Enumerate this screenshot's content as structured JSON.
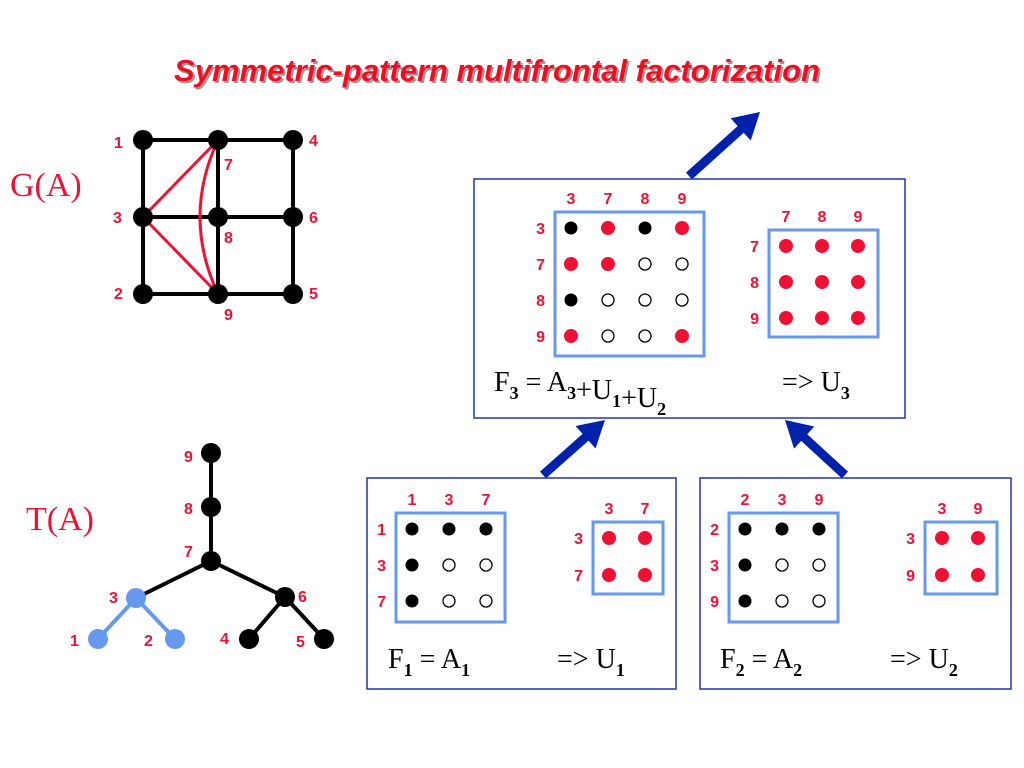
{
  "title": "Symmetric-pattern multifrontal factorization",
  "colors": {
    "title": "#ee1122",
    "label": "#ee1133",
    "node_black": "#000000",
    "node_red": "#ee1133",
    "node_blue": "#6699ee",
    "box_border": "#2233aa",
    "matrix_border": "#6699ee",
    "arrow": "#0022aa"
  },
  "graph": {
    "label": "G(A)",
    "nodes": [
      {
        "id": "1",
        "label": "1"
      },
      {
        "id": "7",
        "label": "7"
      },
      {
        "id": "4",
        "label": "4"
      },
      {
        "id": "3",
        "label": "3"
      },
      {
        "id": "8",
        "label": "8"
      },
      {
        "id": "6",
        "label": "6"
      },
      {
        "id": "2",
        "label": "2"
      },
      {
        "id": "9",
        "label": "9"
      },
      {
        "id": "5",
        "label": "5"
      }
    ],
    "edges": [
      [
        "1",
        "7"
      ],
      [
        "7",
        "4"
      ],
      [
        "3",
        "8"
      ],
      [
        "8",
        "6"
      ],
      [
        "2",
        "9"
      ],
      [
        "9",
        "5"
      ],
      [
        "1",
        "3"
      ],
      [
        "3",
        "2"
      ],
      [
        "7",
        "8"
      ],
      [
        "8",
        "9"
      ],
      [
        "4",
        "6"
      ],
      [
        "6",
        "5"
      ]
    ],
    "fill_edges": [
      [
        "3",
        "7"
      ],
      [
        "3",
        "9"
      ],
      [
        "7",
        "9"
      ]
    ]
  },
  "tree": {
    "label": "T(A)",
    "nodes": [
      {
        "id": "9",
        "label": "9",
        "color": "black"
      },
      {
        "id": "8",
        "label": "8",
        "color": "black"
      },
      {
        "id": "7",
        "label": "7",
        "color": "black"
      },
      {
        "id": "3",
        "label": "3",
        "color": "blue"
      },
      {
        "id": "6",
        "label": "6",
        "color": "black"
      },
      {
        "id": "1",
        "label": "1",
        "color": "blue"
      },
      {
        "id": "2",
        "label": "2",
        "color": "blue"
      },
      {
        "id": "4",
        "label": "4",
        "color": "black"
      },
      {
        "id": "5",
        "label": "5",
        "color": "black"
      }
    ],
    "edges": [
      {
        "from": "9",
        "to": "8",
        "color": "black"
      },
      {
        "from": "8",
        "to": "7",
        "color": "black"
      },
      {
        "from": "7",
        "to": "3",
        "color": "black"
      },
      {
        "from": "7",
        "to": "6",
        "color": "black"
      },
      {
        "from": "3",
        "to": "1",
        "color": "blue"
      },
      {
        "from": "3",
        "to": "2",
        "color": "blue"
      },
      {
        "from": "6",
        "to": "4",
        "color": "black"
      },
      {
        "from": "6",
        "to": "5",
        "color": "black"
      }
    ]
  },
  "fronts": [
    {
      "id": "F3",
      "frontal": {
        "cols": [
          "3",
          "7",
          "8",
          "9"
        ],
        "rows": [
          "3",
          "7",
          "8",
          "9"
        ],
        "cells": [
          [
            "B",
            "R",
            "B",
            "R"
          ],
          [
            "R",
            "R",
            "O",
            "O"
          ],
          [
            "B",
            "O",
            "O",
            "O"
          ],
          [
            "R",
            "O",
            "O",
            "R"
          ]
        ]
      },
      "update": {
        "cols": [
          "7",
          "8",
          "9"
        ],
        "rows": [
          "7",
          "8",
          "9"
        ],
        "cells": [
          [
            "R",
            "R",
            "R"
          ],
          [
            "R",
            "R",
            "R"
          ],
          [
            "R",
            "R",
            "R"
          ]
        ]
      },
      "formula": {
        "F": "F",
        "F_sub": "3",
        "rhs": [
          {
            "t": "A"
          },
          {
            "s": "3"
          },
          {
            "t": "+U"
          },
          {
            "s": "1"
          },
          {
            "t": "+U"
          },
          {
            "s": "2"
          }
        ],
        "result": "=> U",
        "result_sub": "3"
      }
    },
    {
      "id": "F1",
      "frontal": {
        "cols": [
          "1",
          "3",
          "7"
        ],
        "rows": [
          "1",
          "3",
          "7"
        ],
        "cells": [
          [
            "B",
            "B",
            "B"
          ],
          [
            "B",
            "O",
            "O"
          ],
          [
            "B",
            "O",
            "O"
          ]
        ]
      },
      "update": {
        "cols": [
          "3",
          "7"
        ],
        "rows": [
          "3",
          "7"
        ],
        "cells": [
          [
            "R",
            "R"
          ],
          [
            "R",
            "R"
          ]
        ]
      },
      "formula": {
        "F": "F",
        "F_sub": "1",
        "rhs": [
          {
            "t": "A"
          },
          {
            "s": "1"
          }
        ],
        "result": "=> U",
        "result_sub": "1"
      }
    },
    {
      "id": "F2",
      "frontal": {
        "cols": [
          "2",
          "3",
          "9"
        ],
        "rows": [
          "2",
          "3",
          "9"
        ],
        "cells": [
          [
            "B",
            "B",
            "B"
          ],
          [
            "B",
            "O",
            "O"
          ],
          [
            "B",
            "O",
            "O"
          ]
        ]
      },
      "update": {
        "cols": [
          "3",
          "9"
        ],
        "rows": [
          "3",
          "9"
        ],
        "cells": [
          [
            "R",
            "R"
          ],
          [
            "R",
            "R"
          ]
        ]
      },
      "formula": {
        "F": "F",
        "F_sub": "2",
        "rhs": [
          {
            "t": "A"
          },
          {
            "s": "2"
          }
        ],
        "result": "=> U",
        "result_sub": "2"
      }
    }
  ]
}
